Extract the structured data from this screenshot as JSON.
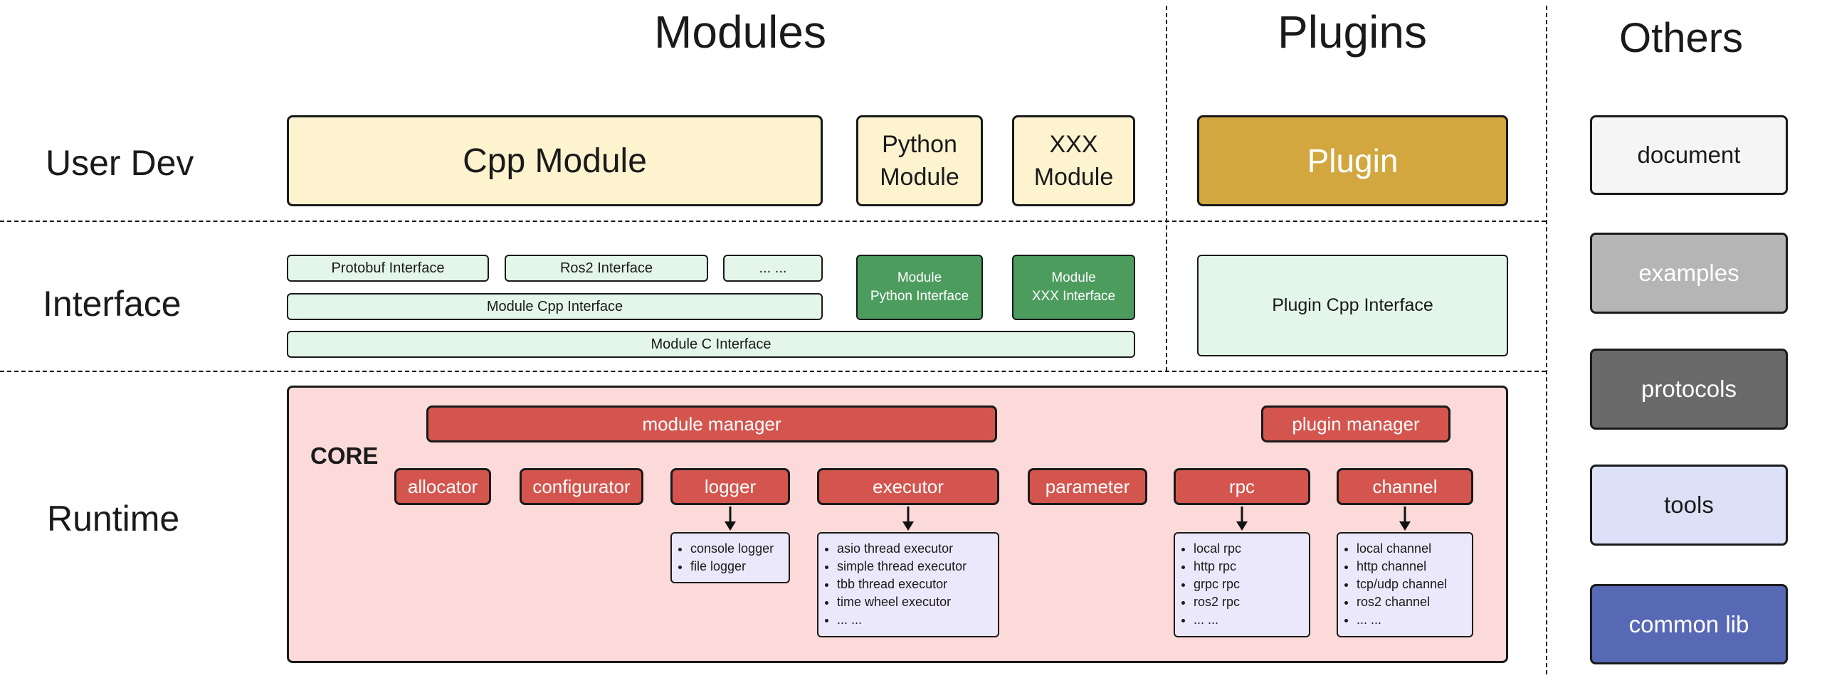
{
  "titles": {
    "modules": "Modules",
    "plugins": "Plugins",
    "others": "Others"
  },
  "row_labels": {
    "user_dev": "User Dev",
    "interface": "Interface",
    "runtime": "Runtime"
  },
  "modules": {
    "cpp_module": "Cpp Module",
    "python_module": "Python\nModule",
    "xxx_module": "XXX\nModule",
    "interfaces": {
      "protobuf": "Protobuf Interface",
      "ros2": "Ros2 Interface",
      "ellipsis": "... ...",
      "module_cpp": "Module Cpp Interface",
      "module_c": "Module C Interface",
      "module_python": "Module\nPython Interface",
      "module_xxx": "Module\nXXX Interface"
    }
  },
  "plugins": {
    "plugin": "Plugin",
    "plugin_cpp_interface": "Plugin Cpp Interface"
  },
  "others": {
    "document": "document",
    "examples": "examples",
    "protocols": "protocols",
    "tools": "tools",
    "common_lib": "common lib"
  },
  "core": {
    "label": "CORE",
    "module_manager": "module manager",
    "plugin_manager": "plugin manager",
    "allocator": "allocator",
    "configurator": "configurator",
    "logger": "logger",
    "executor": "executor",
    "parameter": "parameter",
    "rpc": "rpc",
    "channel": "channel",
    "logger_items": [
      "console logger",
      "file logger"
    ],
    "executor_items": [
      "asio thread executor",
      "simple thread executor",
      "tbb thread executor",
      "time wheel executor",
      "... ..."
    ],
    "rpc_items": [
      "local rpc",
      "http rpc",
      "grpc rpc",
      "ros2 rpc",
      "... ..."
    ],
    "channel_items": [
      "local channel",
      "http channel",
      "tcp/udp channel",
      "ros2 channel",
      "... ..."
    ]
  },
  "colors": {
    "cream": "#fdf3cf",
    "gold": "#d2a73f",
    "light_green": "#e3f6e9",
    "dark_green": "#4c9c5e",
    "pink": "#fcdada",
    "red": "#d4554e",
    "lavender": "#ece8fb",
    "examples_gray": "#b5b5b5",
    "protocols_gray": "#6a6a6a",
    "tools_lavender": "#dde1f8",
    "common_lib_indigo": "#5768b4",
    "document_gray": "#f5f5f5"
  }
}
